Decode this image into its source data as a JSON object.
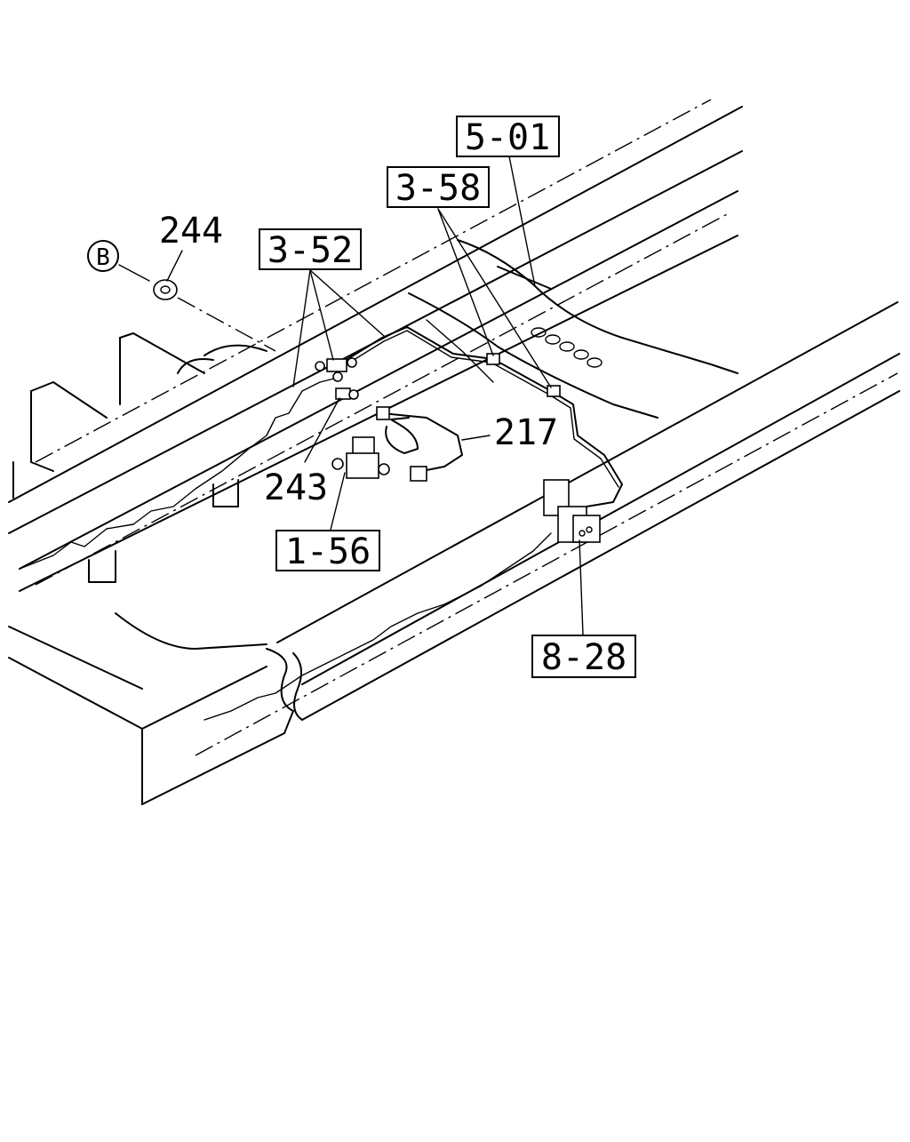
{
  "diagram": {
    "references": {
      "ref_5_01": "5-01",
      "ref_3_58": "3-58",
      "ref_3_52": "3-52",
      "ref_1_56": "1-56",
      "ref_8_28": "8-28"
    },
    "parts": {
      "part_244": "244",
      "part_243": "243",
      "part_217": "217"
    },
    "view_marker": "B"
  }
}
